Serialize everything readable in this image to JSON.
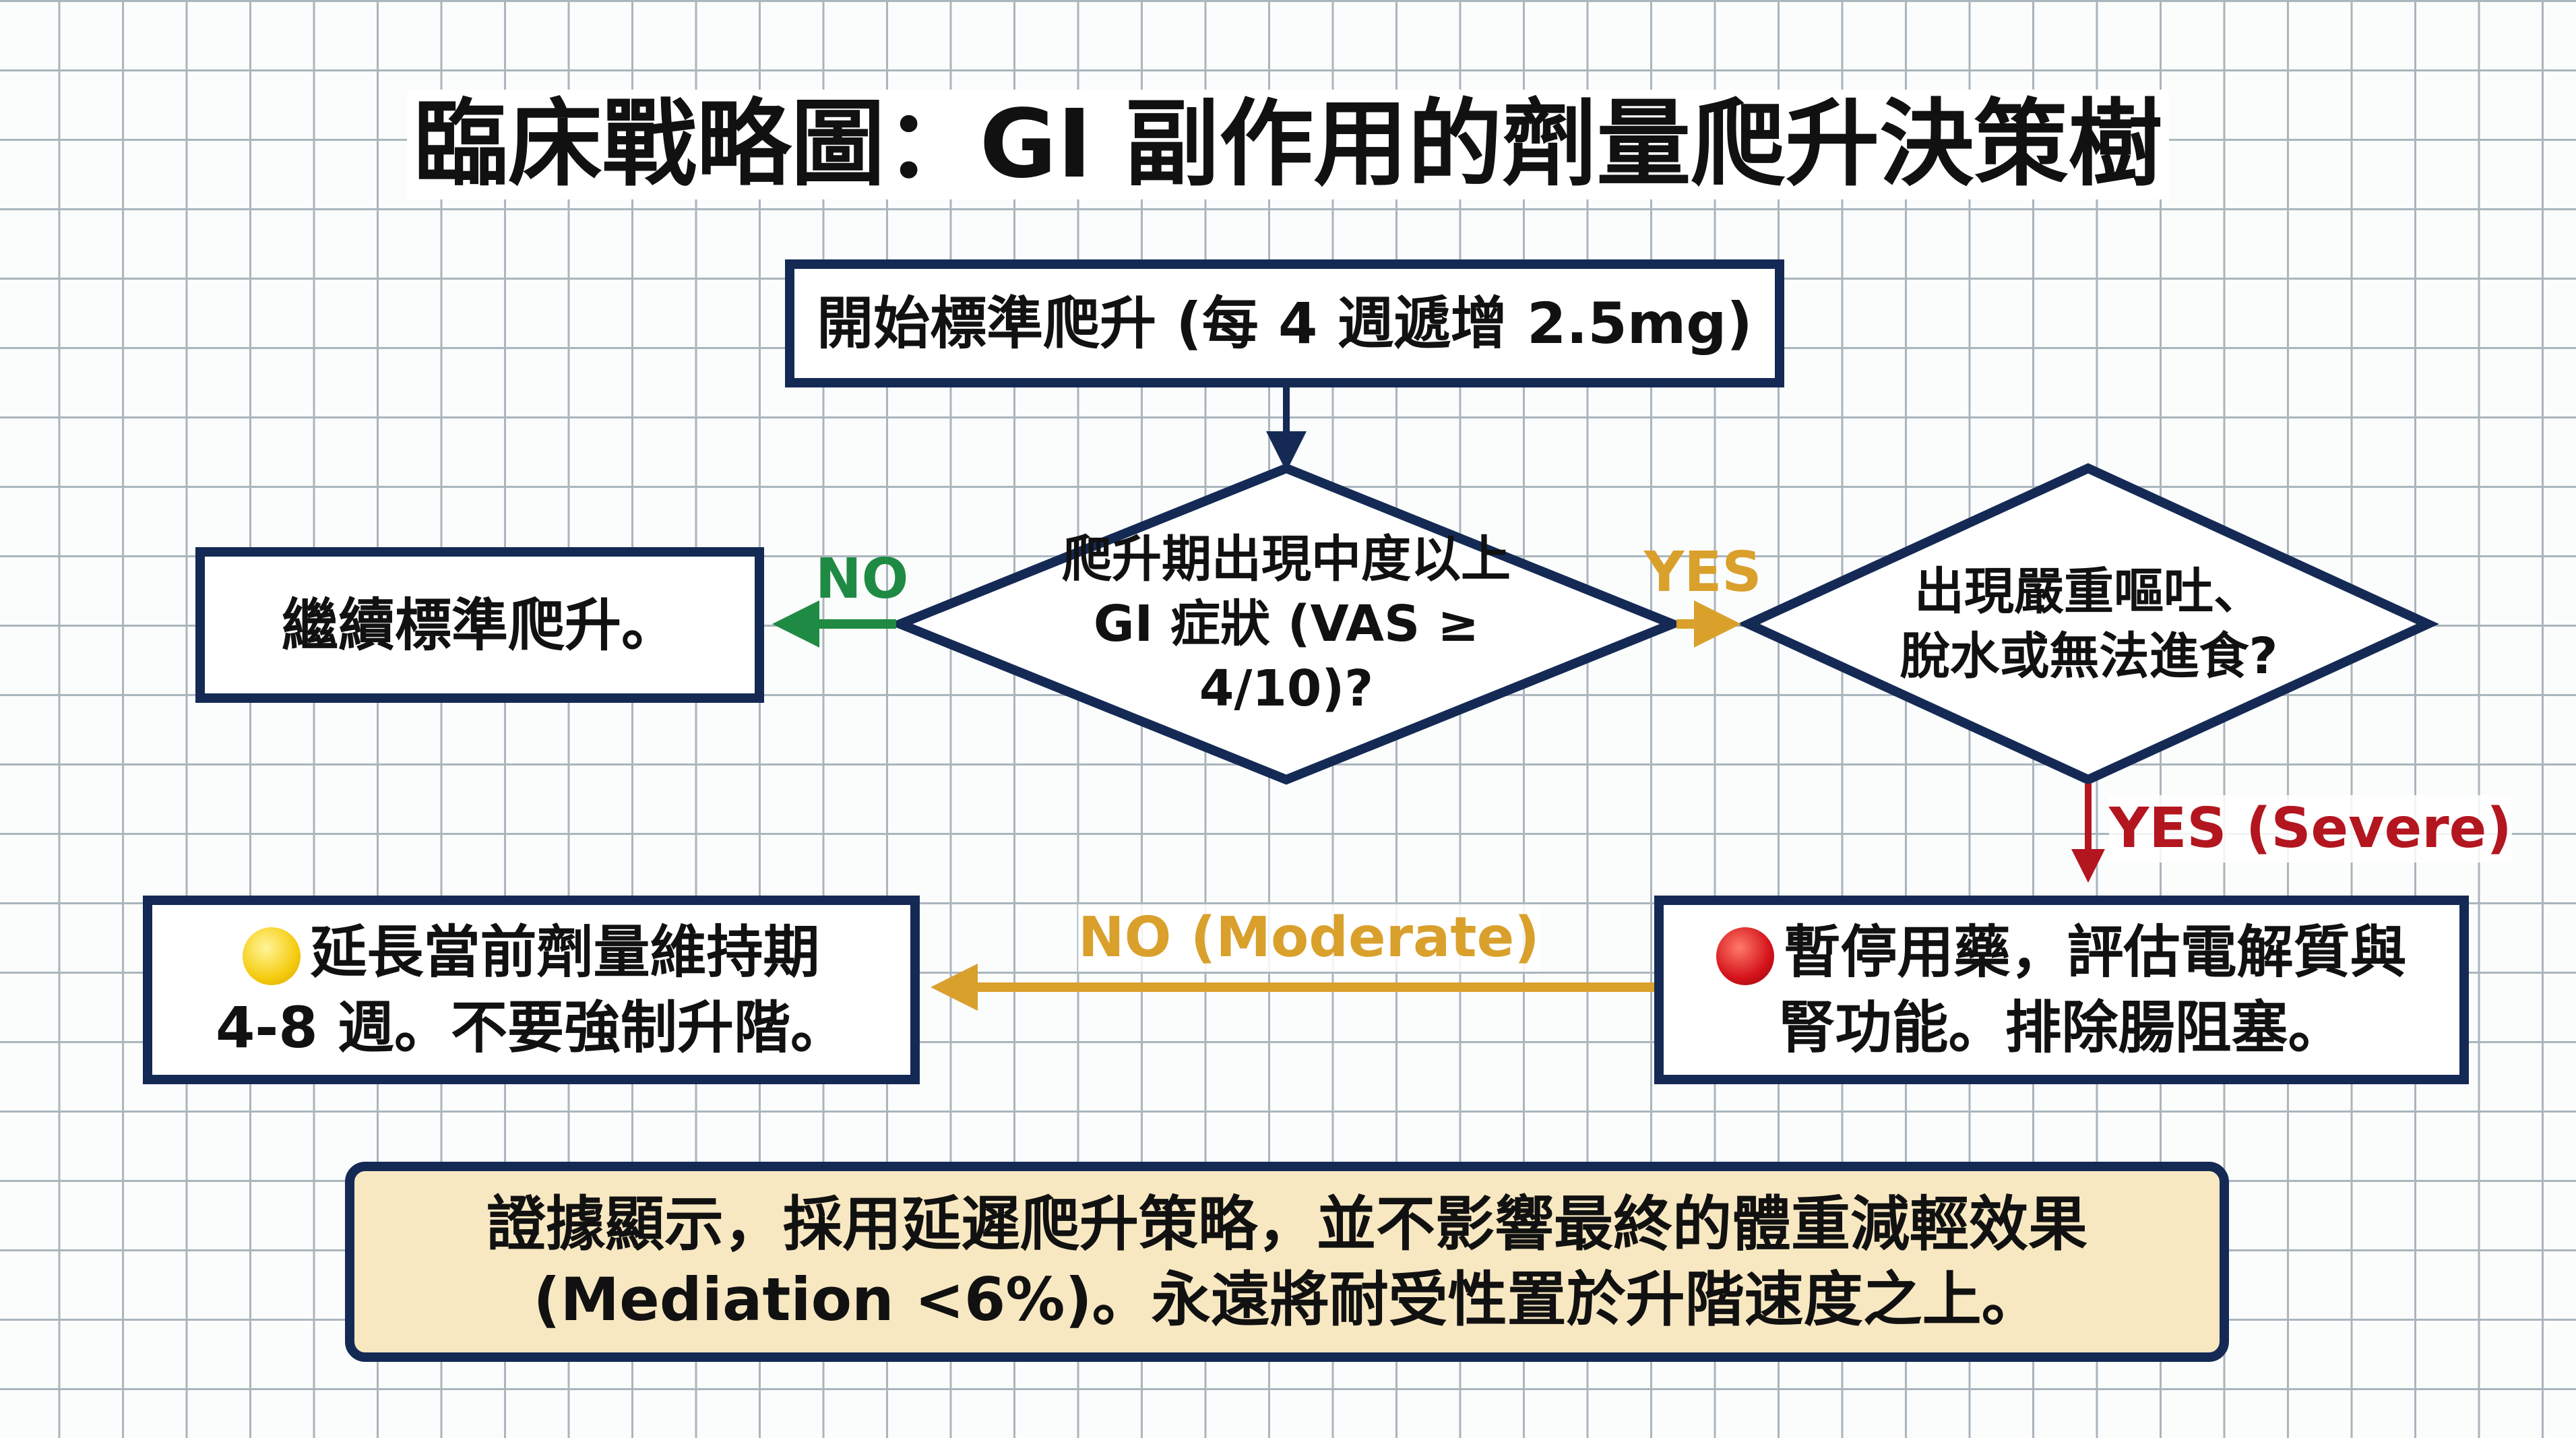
{
  "title": "臨床戰略圖：GI 副作用的劑量爬升決策樹",
  "nodes": {
    "start": "開始標準爬升 (每 4 週遞增 2.5mg)",
    "decision1_line1": "爬升期出現中度以上",
    "decision1_line2": "GI 症狀 (VAS ≥ 4/10)?",
    "decision2_line1": "出現嚴重嘔吐、",
    "decision2_line2": "脫水或無法進食?",
    "continue": "繼續標準爬升。",
    "extend_line1": "延長當前劑量維持期",
    "extend_line2": "4-8 週。不要強制升階。",
    "pause_line1": "暫停用藥，評估電解質與",
    "pause_line2": "腎功能。排除腸阻塞。"
  },
  "edges": {
    "no": "NO",
    "yes": "YES",
    "yes_severe": "YES (Severe)",
    "no_moderate": "NO (Moderate)"
  },
  "note": {
    "line1": "證據顯示，採用延遲爬升策略，並不影響最終的體重減輕效果",
    "line2": "(Mediation <6%)。永遠將耐受性置於升階速度之上。"
  },
  "colors": {
    "navy": "#142a55",
    "green": "#1f8a43",
    "orange": "#d9a02c",
    "red": "#b3161f",
    "yellow": "#f5cc10",
    "note_bg": "#f8e8c2"
  }
}
